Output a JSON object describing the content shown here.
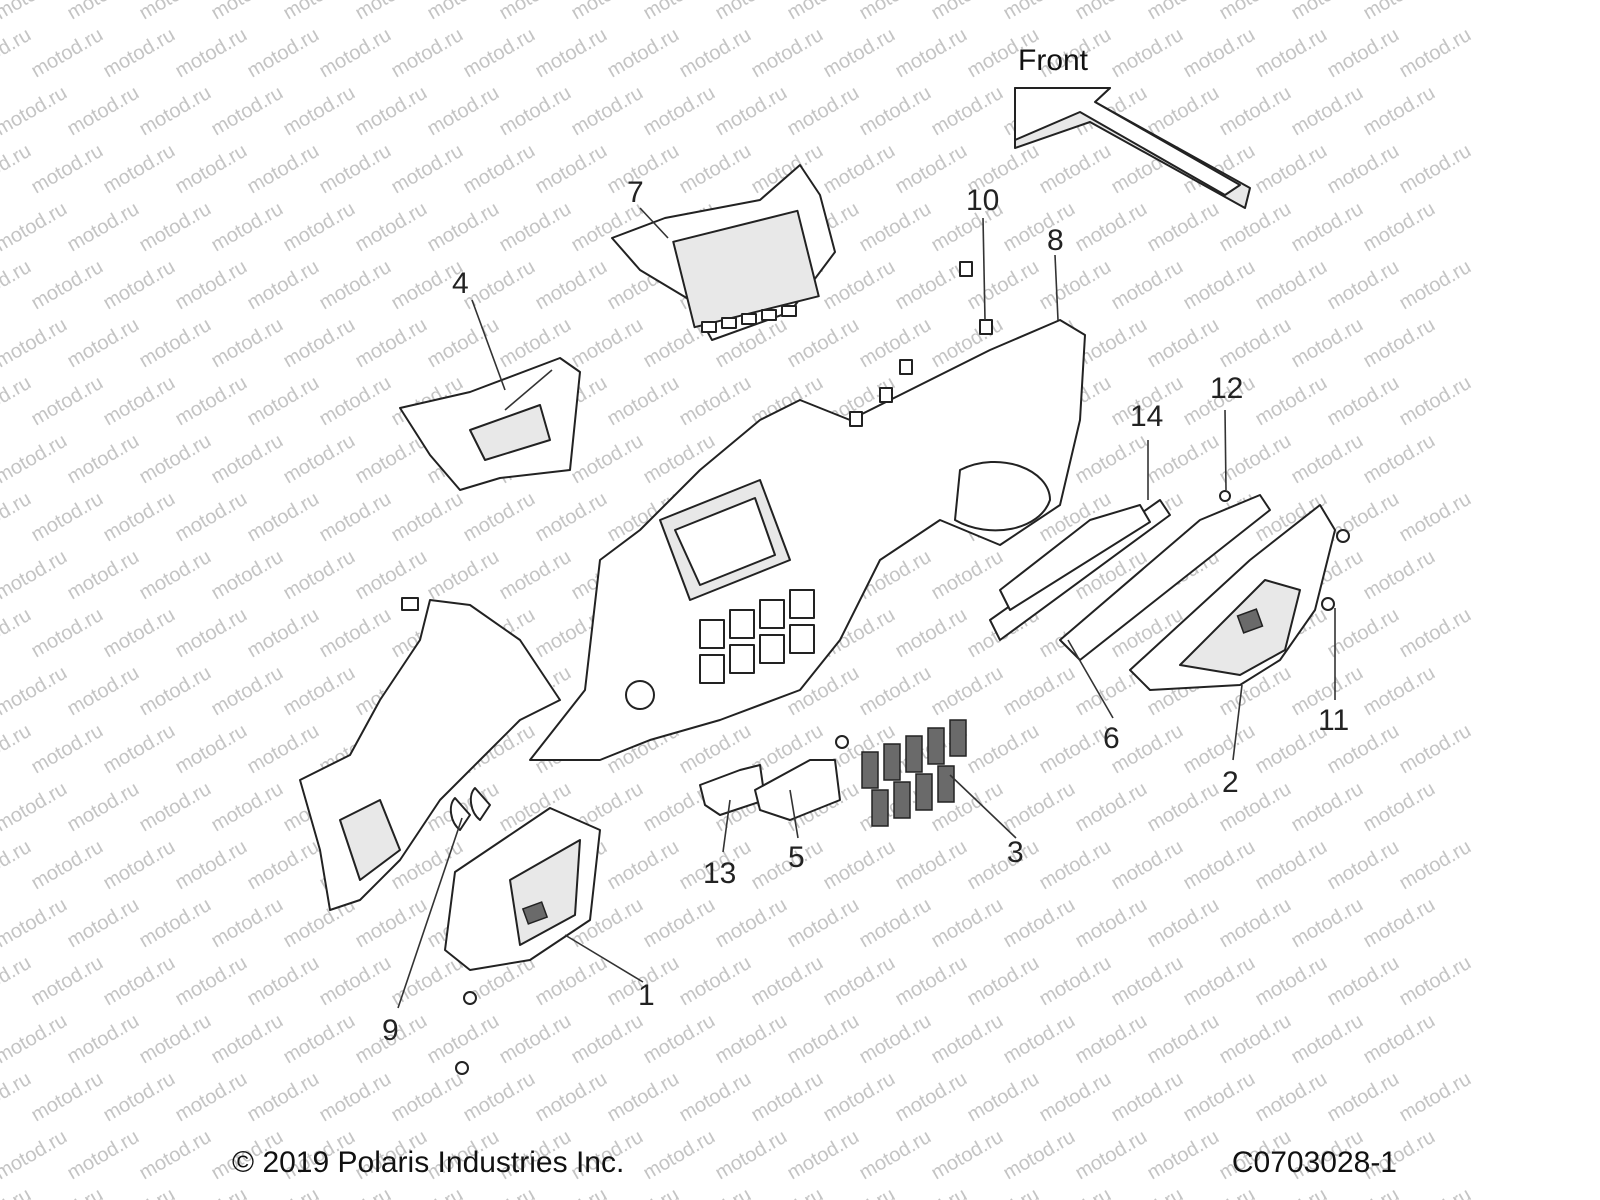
{
  "diagram": {
    "front_label": "Front",
    "watermark": "motod.ru",
    "callouts": [
      {
        "id": "1",
        "label": "1"
      },
      {
        "id": "2",
        "label": "2"
      },
      {
        "id": "3",
        "label": "3"
      },
      {
        "id": "4",
        "label": "4"
      },
      {
        "id": "5",
        "label": "5"
      },
      {
        "id": "6",
        "label": "6"
      },
      {
        "id": "7",
        "label": "7"
      },
      {
        "id": "8",
        "label": "8"
      },
      {
        "id": "9",
        "label": "9"
      },
      {
        "id": "10",
        "label": "10"
      },
      {
        "id": "11",
        "label": "11"
      },
      {
        "id": "12",
        "label": "12"
      },
      {
        "id": "13",
        "label": "13"
      },
      {
        "id": "14",
        "label": "14"
      }
    ]
  },
  "footer": {
    "copyright": "© 2019 Polaris Industries Inc.",
    "drawing_id": "C0703028-1"
  }
}
